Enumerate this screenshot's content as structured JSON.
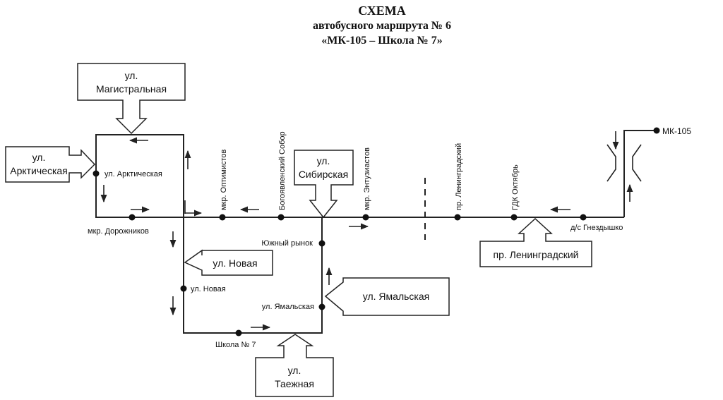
{
  "header": {
    "title": "СХЕМА",
    "subtitle": "автобусного маршрута № 6",
    "route_name": "«МК-105 – Школа № 7»"
  },
  "streets": {
    "magistralnaya_1": "ул.",
    "magistralnaya_2": "Магистральная",
    "arkticheskaya_1": "ул.",
    "arkticheskaya_2": "Арктическая",
    "sibirskaya_1": "ул.",
    "sibirskaya_2": "Сибирская",
    "novaya": "ул. Новая",
    "yamalskaya": "ул. Ямальская",
    "taezhnaya_1": "ул.",
    "taezhnaya_2": "Таежная",
    "leningradsky": "пр. Ленинградский"
  },
  "stops": {
    "ul_arkticheskaya": "ул. Арктическая",
    "mkr_dorozhnikov": "мкр. Дорожников",
    "mkr_optimistov": "мкр. Оптимистов",
    "bogoyavlensky_sobor": "Богоявленский Собор",
    "mkr_entuziastov": "мкр. Энтузиастов",
    "pr_leningradsky": "пр. Ленинградский",
    "gdk_oktyabr": "ГДК Октябрь",
    "ds_gnezdyshko": "д/с Гнездышко",
    "mk_105": "МК-105",
    "yuzhny_rynok": "Южный рынок",
    "ul_novaya": "ул. Новая",
    "ul_yamalskaya": "ул. Ямальская",
    "shkola_7": "Школа № 7"
  }
}
